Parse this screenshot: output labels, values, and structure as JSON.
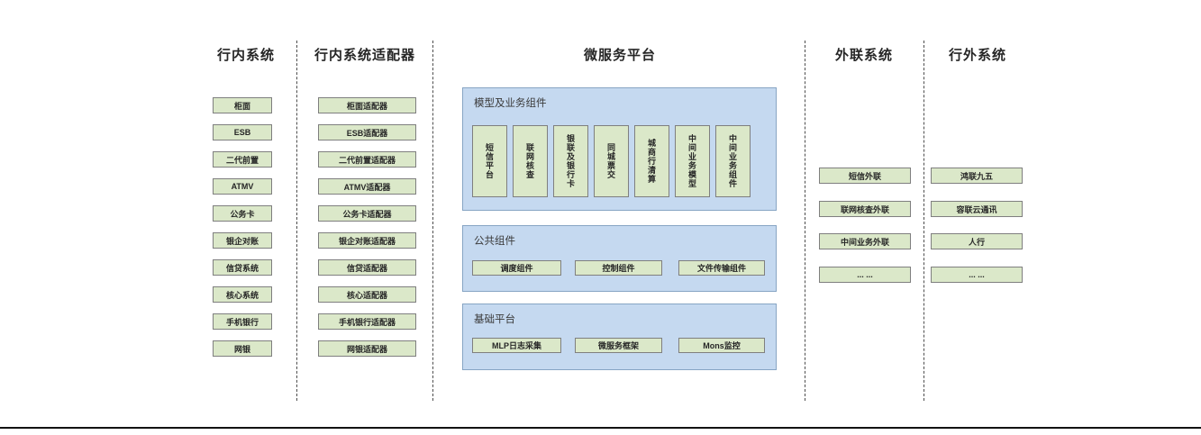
{
  "columns": [
    {
      "title": "行内系统",
      "items": [
        "柜面",
        "ESB",
        "二代前置",
        "ATMV",
        "公务卡",
        "银企对账",
        "信贷系统",
        "核心系统",
        "手机银行",
        "网银"
      ]
    },
    {
      "title": "行内系统适配器",
      "items": [
        "柜面适配器",
        "ESB适配器",
        "二代前置适配器",
        "ATMV适配器",
        "公务卡适配器",
        "银企对账适配器",
        "信贷适配器",
        "核心适配器",
        "手机银行适配器",
        "网银适配器"
      ]
    },
    {
      "title": "微服务平台"
    },
    {
      "title": "外联系统",
      "items": [
        "短信外联",
        "联网核查外联",
        "中间业务外联",
        "... ..."
      ]
    },
    {
      "title": "行外系统",
      "items": [
        "鸿联九五",
        "容联云通讯",
        "人行",
        "... ..."
      ]
    }
  ],
  "platform": {
    "model_panel": {
      "title": "模型及业务组件",
      "items": [
        "短信平台",
        "联网核查",
        "银联及银行卡",
        "同城票交",
        "城商行清算",
        "中间业务模型",
        "中间业务组件"
      ]
    },
    "common_panel": {
      "title": "公共组件",
      "items": [
        "调度组件",
        "控制组件",
        "文件传输组件"
      ]
    },
    "base_panel": {
      "title": "基础平台",
      "items": [
        "MLP日志采集",
        "微服务框架",
        "Mons监控"
      ]
    }
  },
  "colors": {
    "box_fill": "#dbe8c9",
    "box_border": "#7f7f7f",
    "panel_fill": "#c5d9f0",
    "panel_border": "#87a5c4",
    "divider": "#4d4d4d",
    "baseline": "#121212"
  }
}
